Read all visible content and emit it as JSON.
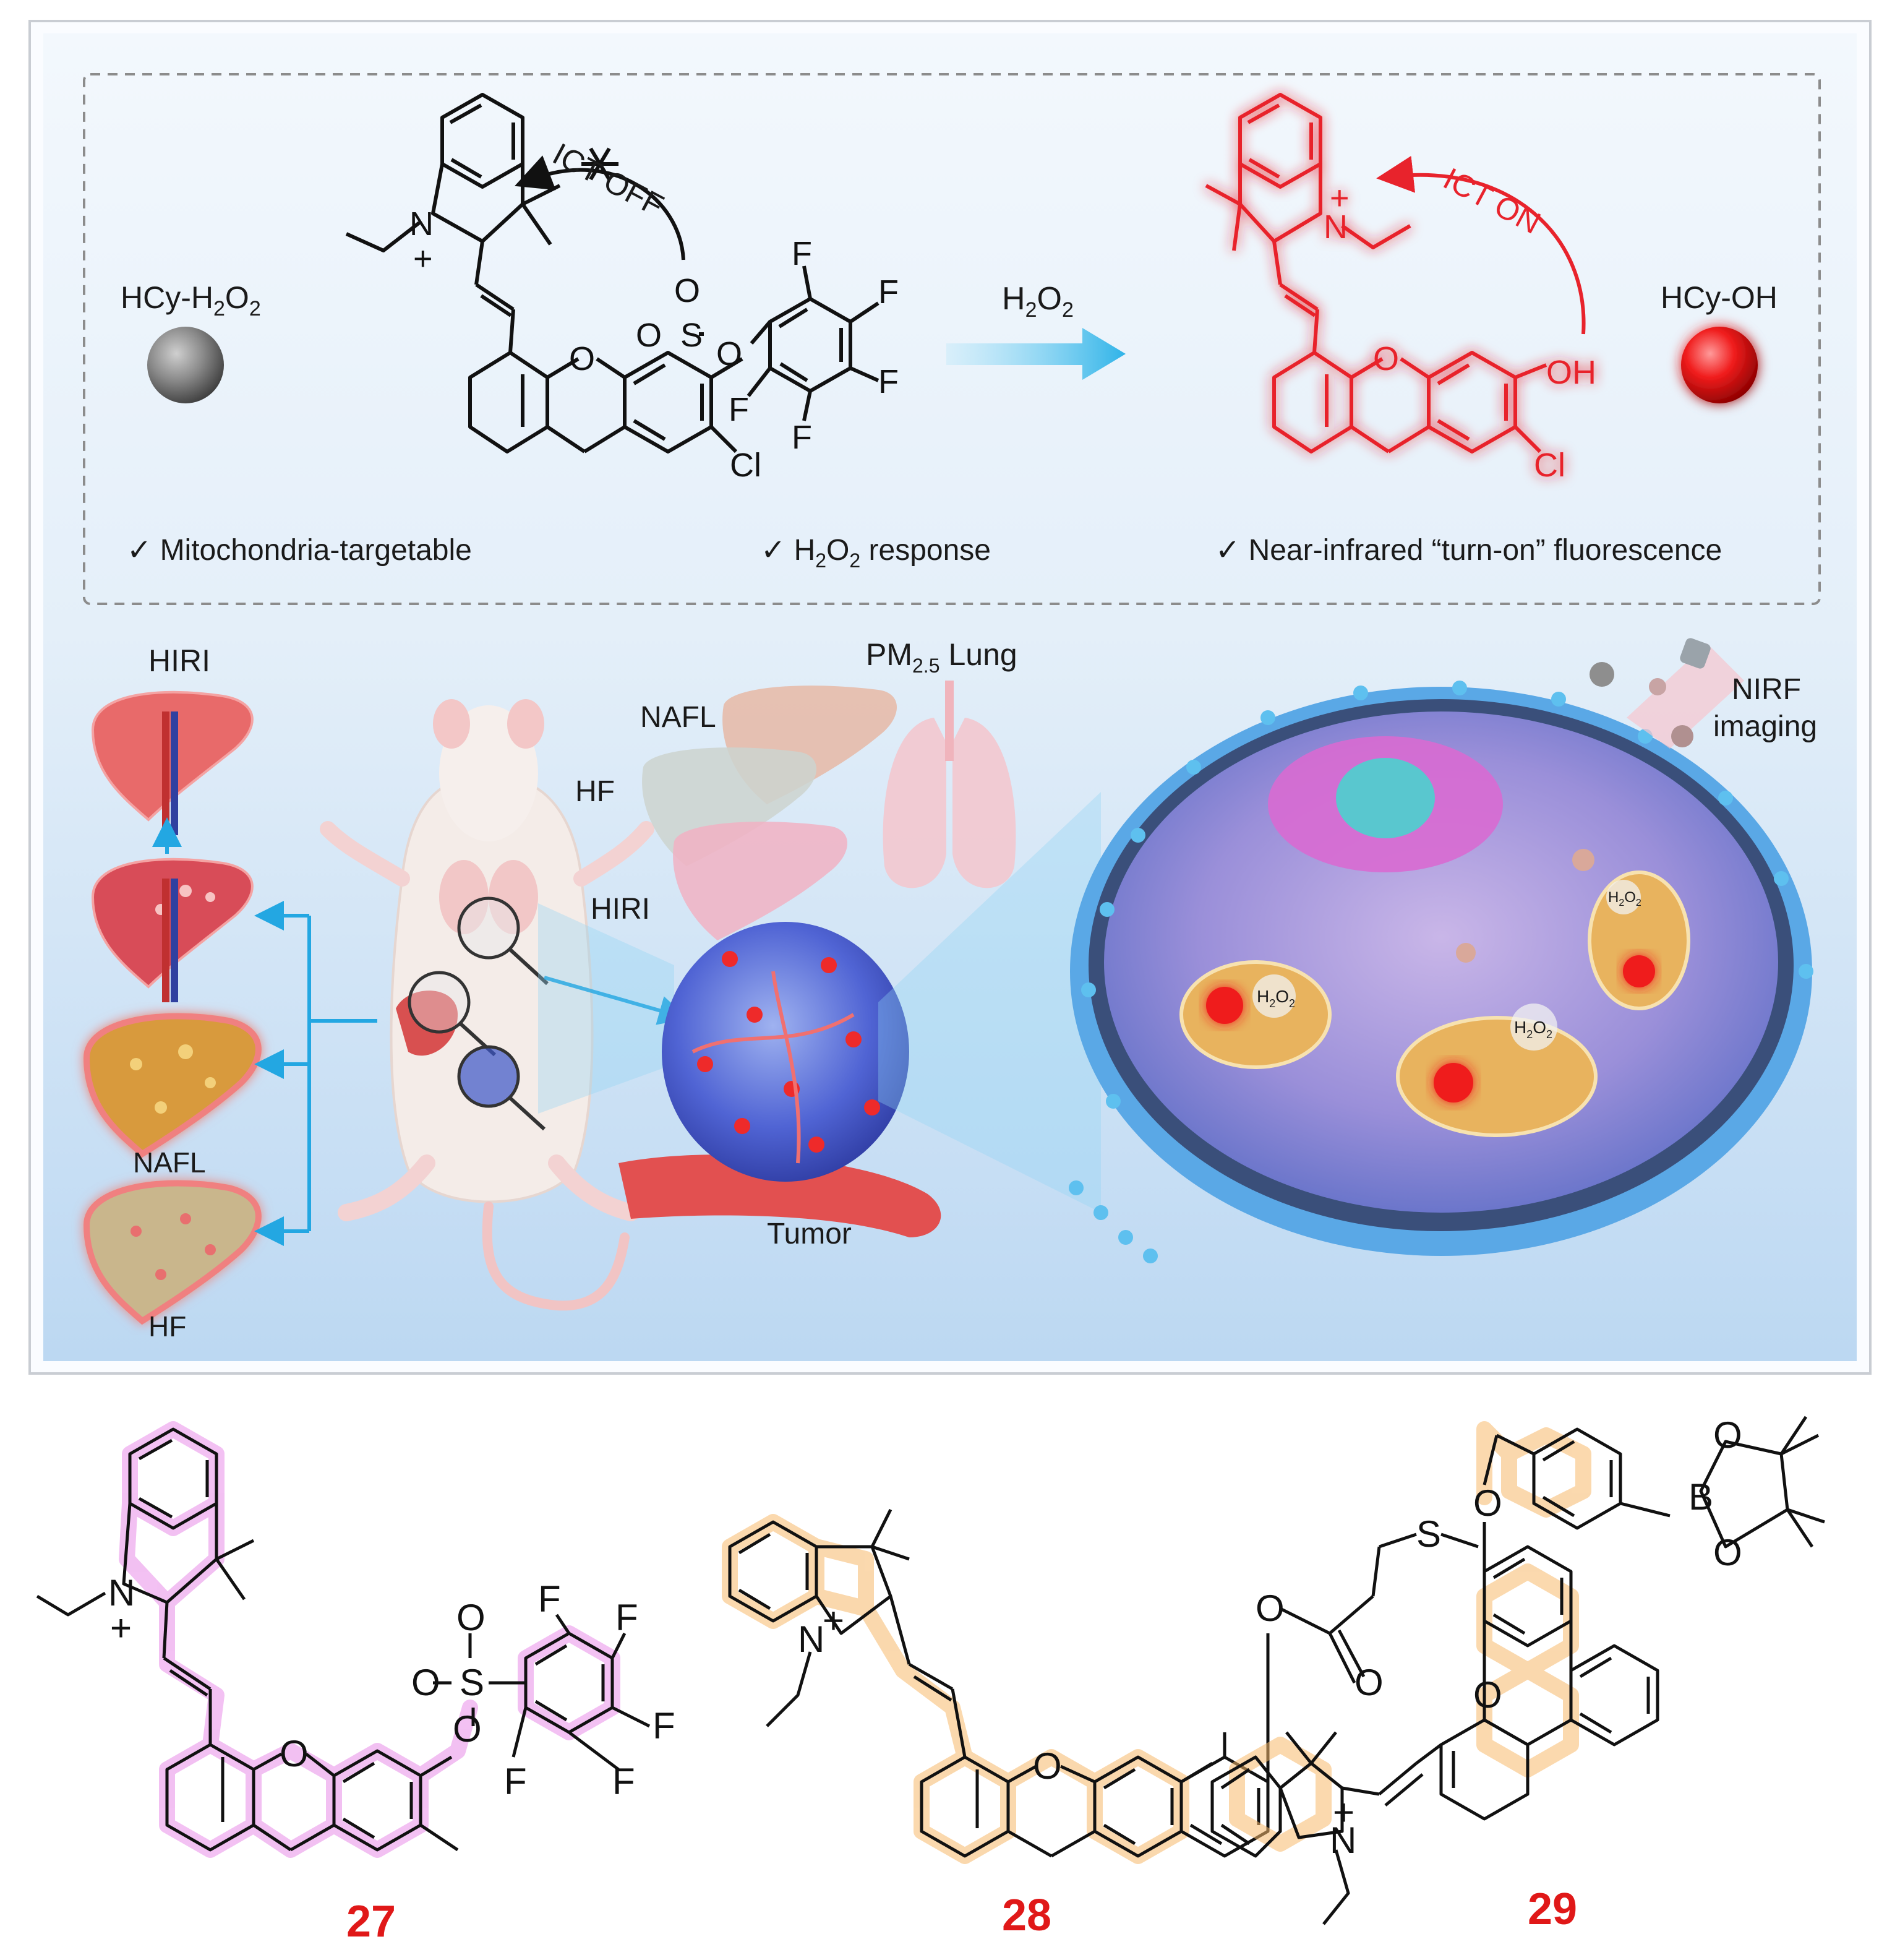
{
  "top_panel": {
    "probe_label": "HCy-H",
    "probe_label_sub": "2",
    "probe_label_end": "O",
    "probe_label_sub2": "2",
    "product_label": "HCy-OH",
    "reagent": "H",
    "reagent_sub": "2",
    "reagent_end": "O",
    "reagent_sub2": "2",
    "ict_off": "ICT OFF",
    "ict_on": "ICT ON",
    "features": [
      "Mitochondria-targetable",
      "H",
      "2",
      "O",
      "2",
      " response",
      "Near-infrared “turn-on” fluorescence"
    ]
  },
  "bottom_panel": {
    "liver_labels": [
      "HIRI",
      "NAFL",
      "HF"
    ],
    "organ_labels": [
      "NAFL",
      "HF",
      "HIRI",
      "Lung"
    ],
    "pm_label": "PM",
    "pm_sub": "2.5",
    "tumor": "Tumor",
    "nirf": [
      "NIRF",
      "imaging"
    ],
    "mito_h2o2": "H",
    "mito_sub": "2",
    "mito_o": "O",
    "mito_sub2": "2"
  },
  "compounds": [
    "27",
    "28",
    "29"
  ],
  "atoms": {
    "n": "N",
    "plus": "+",
    "o": "O",
    "s": "S",
    "f": "F",
    "cl": "Cl",
    "oh": "OH",
    "b": "B"
  },
  "colors": {
    "panel_bg_top": "#e9f2fb",
    "panel_bg_bottom": "#cfe3f6",
    "arrow": "#3cb7ea",
    "glow_red": "#ff4040",
    "compound27": "#e98ee9",
    "compound28_29": "#f7b96b",
    "label_red": "#e01818"
  }
}
